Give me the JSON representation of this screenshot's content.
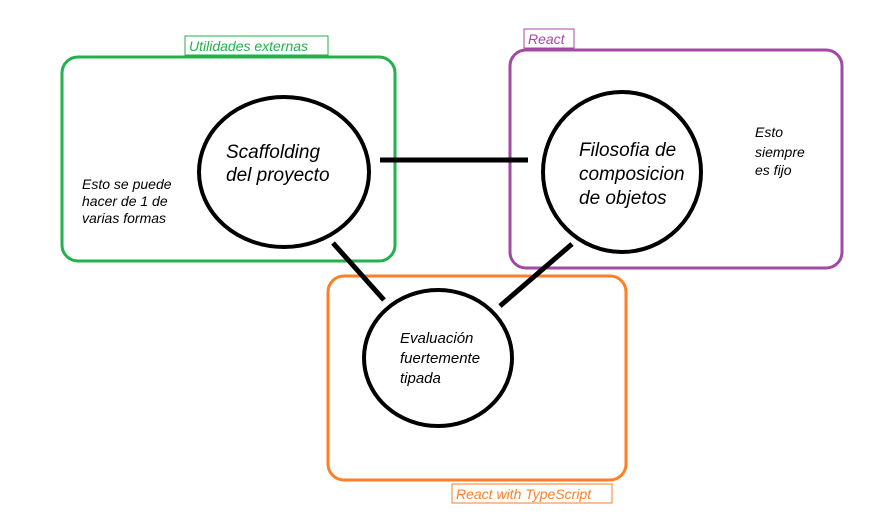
{
  "groups": {
    "external": {
      "label": "Utilidades externas",
      "color": "#22b14c"
    },
    "react": {
      "label": "React",
      "color": "#a349a4"
    },
    "typescript": {
      "label": "React with TypeScript",
      "color": "#ff7f27"
    }
  },
  "nodes": {
    "scaffolding": {
      "line1": "Scaffolding",
      "line2": "del proyecto"
    },
    "filosofia": {
      "line1": "Filosofia de",
      "line2": "composicion",
      "line3": "de objetos"
    },
    "evaluacion": {
      "line1": "Evaluación",
      "line2": "fuertemente",
      "line3": "tipada"
    }
  },
  "notes": {
    "external": {
      "line1": "Esto se puede",
      "line2": "hacer de 1 de",
      "line3": "varias formas"
    },
    "react": {
      "line1": "Esto",
      "line2": "siempre",
      "line3": "es fijo"
    }
  },
  "colors": {
    "line": "#000000"
  }
}
